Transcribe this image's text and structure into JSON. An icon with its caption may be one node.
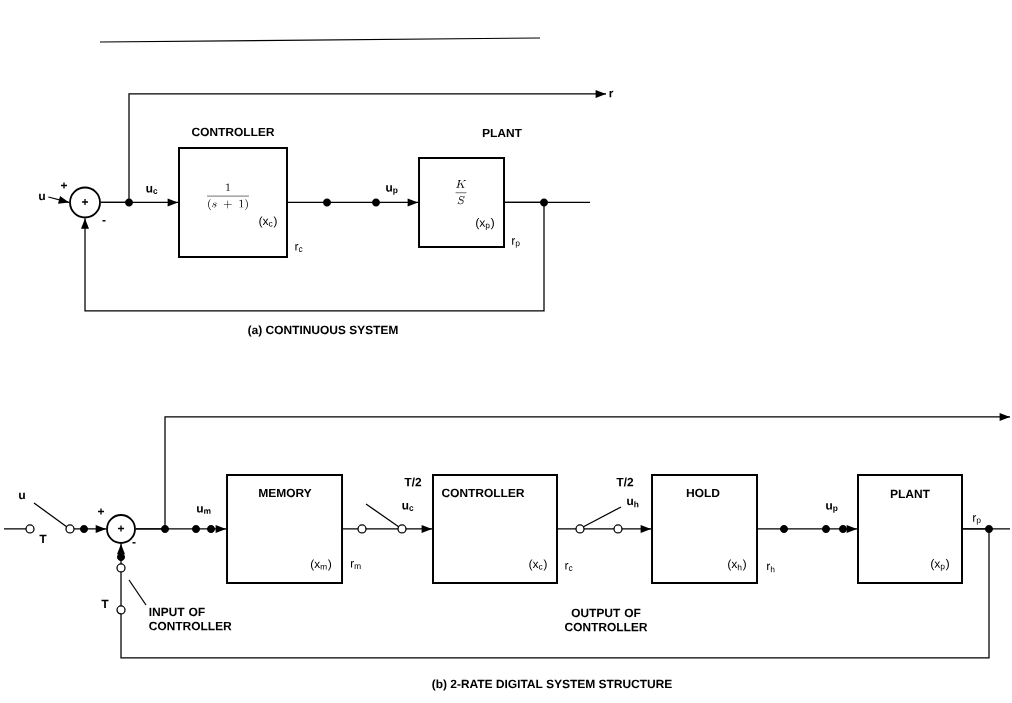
{
  "diagram": {
    "nodes": [
      {
        "text": [
          "+"
        ]
      },
      {
        "text": [
          "CONTROLLER",
          "\\frac{1}{(s\\ +\\ 1)}",
          "(x$_{c}$)"
        ],
        "beside": [
          "r$_{c}$"
        ]
      },
      {
        "text": [
          "PLANT",
          "\\frac{K}{S}",
          "(x$_{p}$)"
        ],
        "beside": [
          "r$_{p}$"
        ]
      },
      {
        "text": [
          "u"
        ]
      },
      {
        "text": [
          "r"
        ]
      },
      {
        "text": [
          "+"
        ]
      },
      {
        "text": [
          "MEMORY",
          "(x$_{m}$)"
        ],
        "beside": [
          "r$_{m}$"
        ]
      },
      {
        "text": [
          "CONTROLLER",
          "(x$_{c}$)"
        ],
        "beside": [
          "r$_{c}$"
        ]
      },
      {
        "text": [
          "HOLD",
          "(x$_{h}$)"
        ],
        "beside": [
          "r$_{h}$"
        ]
      },
      {
        "text": [
          "PLANT",
          "(x$_{p}$)"
        ],
        "beside": [
          "r$_{p}$"
        ]
      },
      {
        "text": [
          "INPUT OF CONTROLLER"
        ]
      }
    ],
    "edges": [
      {
        "from": 3,
        "to": 0,
        "arrow": "to"
      },
      {
        "from": 0,
        "to": 1,
        "arrow": "to"
      },
      {
        "from": 0,
        "to": 4,
        "arrow": "to"
      },
      {
        "from": 1,
        "to": 2,
        "arrow": "to"
      },
      {
        "from": 2,
        "to": null,
        "arrow": "none"
      },
      {
        "from": 2,
        "to": 0,
        "arrow": "to"
      },
      {
        "from": null,
        "to": 5,
        "arrow": "to"
      },
      {
        "from": 5,
        "to": 6,
        "arrow": "to"
      },
      {
        "from": 5,
        "to": null,
        "arrow": "to"
      },
      {
        "from": 6,
        "to": 7,
        "arrow": "to"
      },
      {
        "from": 7,
        "to": 8,
        "arrow": "to"
      },
      {
        "from": 8,
        "to": 9,
        "arrow": "to"
      },
      {
        "from": 9,
        "to": null,
        "arrow": "none"
      },
      {
        "from": 9,
        "to": 5,
        "arrow": "to"
      },
      {
        "from": 10,
        "to": null,
        "arrow": "none"
      }
    ],
    "labels": [
      "+",
      "-",
      "u$_{c}$",
      "u$_{p}$",
      "(a) CONTINUOUS SYSTEM",
      "u",
      "T",
      "+",
      "-",
      "T",
      "u$_{m}$",
      "T/2",
      "u$_{c}$",
      "T/2",
      "u$_{h}$",
      "u$_{p}$",
      "OUTPUT OF CONTROLLER",
      "(b) 2-RATE DIGITAL SYSTEM STRUCTURE"
    ]
  }
}
